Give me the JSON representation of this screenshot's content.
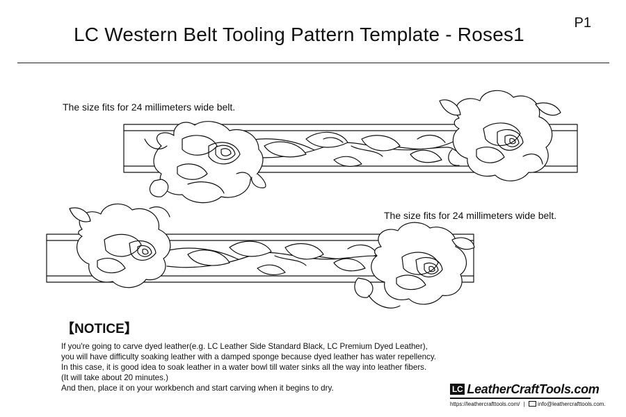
{
  "header": {
    "title": "LC Western Belt Tooling Pattern Template - Roses1",
    "page_number": "P1"
  },
  "belts": [
    {
      "size_note": "The size fits for 24 millimeters wide belt."
    },
    {
      "size_note": "The size fits for 24 millimeters wide belt."
    }
  ],
  "notice": {
    "heading": "【NOTICE】",
    "lines": [
      "If you're going to carve dyed leather(e.g. LC Leather Side Standard Black, LC Premium Dyed Leather),",
      "you will have difficulty soaking leather with a damped sponge because dyed leather has water repellency.",
      "In this case, it is good idea to soak leather in a water bowl till water sinks all the way into leather fibers.",
      "(It will take about 20 minutes.)",
      "And then, place it on your workbench and start carving when it begins to dry."
    ]
  },
  "brand": {
    "logo_badge": "LC",
    "logo_text": "LeatherCraftTools.com",
    "website": "https://leathercrafttools.com/",
    "email": "info@leathercrafttools.com."
  }
}
